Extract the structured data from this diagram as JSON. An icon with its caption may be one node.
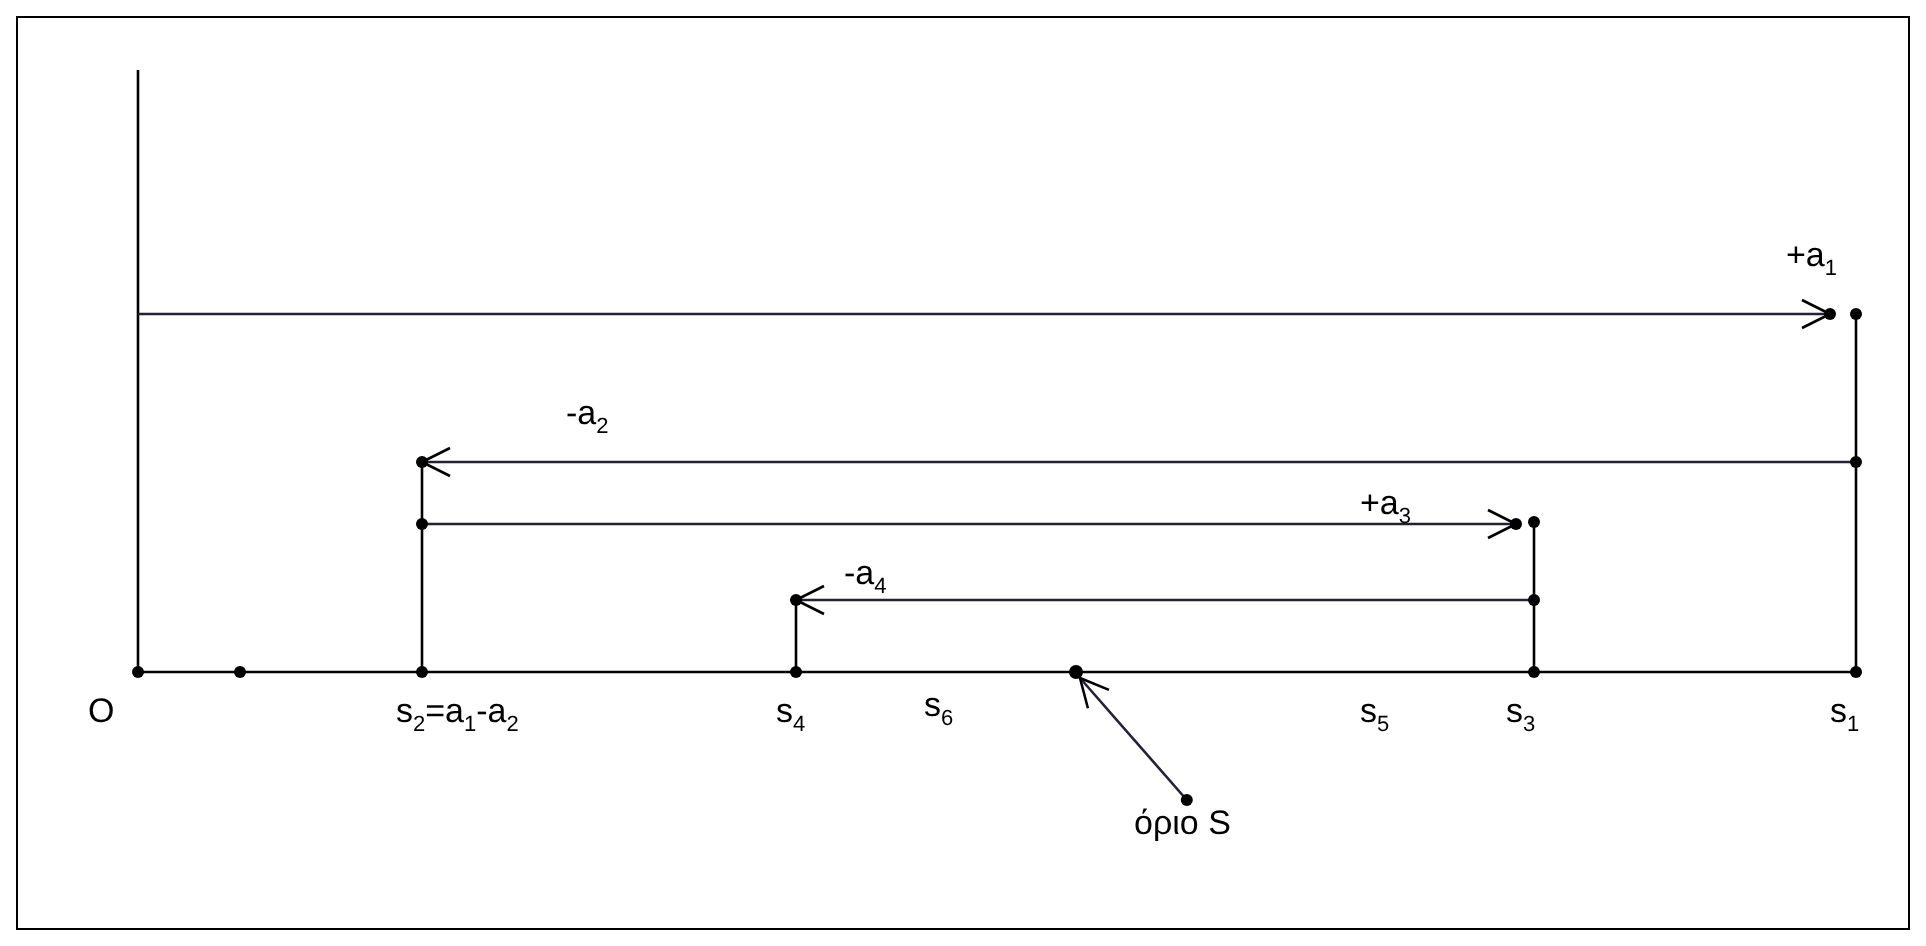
{
  "diagram": {
    "nodes": [
      {
        "text": [
          "όριο S"
        ]
      },
      {
        "text": [],
        "shape": "circle"
      }
    ],
    "edges": [
      {
        "from": 0,
        "to": 1,
        "arrow": "to"
      }
    ],
    "labels": [
      "+a$_{1}$",
      "-a$_{2}$",
      "+a$_{3}$",
      "-a$_{4}$",
      "O",
      "s$_{2}$=a$_{1}$-a$_{2}$",
      "s$_{4}$",
      "s$_{6}$",
      "s$_{5}$",
      "s$_{3}$",
      "s$_{1}$"
    ]
  }
}
